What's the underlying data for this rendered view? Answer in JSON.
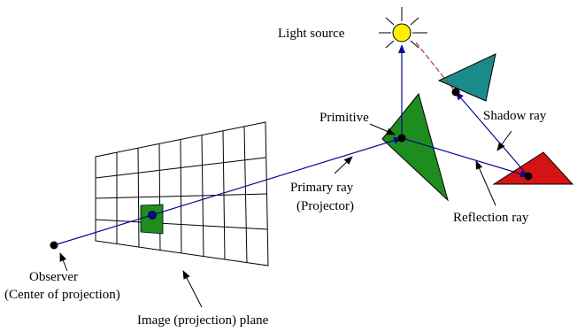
{
  "labels": {
    "light_source": "Light source",
    "primitive": "Primitive",
    "shadow_ray": "Shadow ray",
    "primary_ray_line1": "Primary ray",
    "primary_ray_line2": "(Projector)",
    "reflection_ray": "Reflection ray",
    "observer_line1": "Observer",
    "observer_line2": "(Center of projection)",
    "image_plane": "Image (projection) plane"
  },
  "colors": {
    "ray": "#0a0a8c",
    "primitive": "#1e8c1e",
    "pixel": "#1e8c1e",
    "red_object": "#d41414",
    "teal_object": "#1a8a8a",
    "light_fill": "#ffee00",
    "shadow_dashed": "#b03060"
  }
}
